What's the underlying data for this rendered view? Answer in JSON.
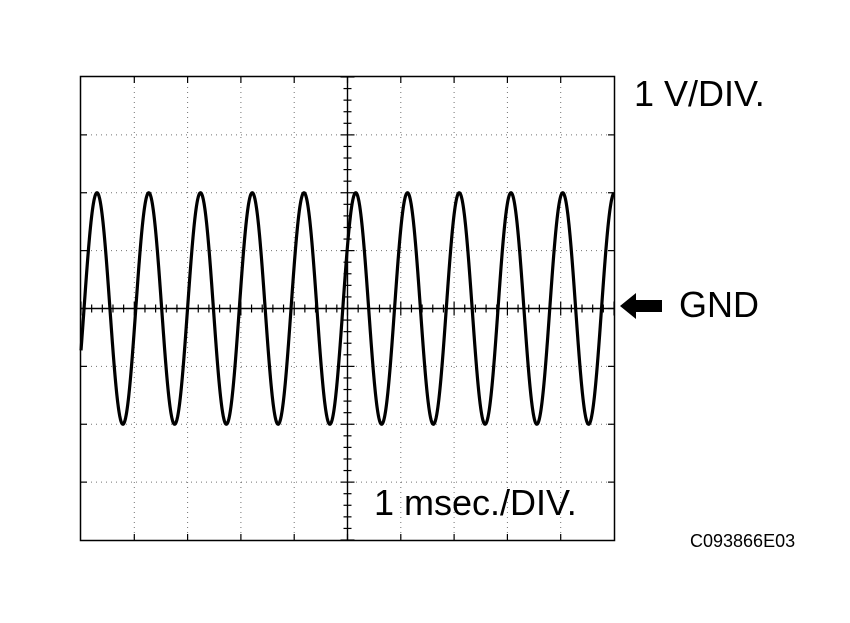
{
  "chart_data": {
    "type": "line",
    "title": "",
    "xlabel": "",
    "ylabel": "",
    "volts_per_div_label": "1 V/DIV.",
    "time_per_div_label": "1 msec./DIV.",
    "ground_label": "GND",
    "figure_id": "C093866E03",
    "divisions_x": 10,
    "divisions_y": 8,
    "minor_ticks_per_div": 5,
    "ground_division": 4,
    "xlim": [
      0,
      10
    ],
    "ylim": [
      -4,
      4
    ],
    "grid": true,
    "series": [
      {
        "waveform": "sine",
        "frequency_khz": 1.03,
        "amplitude_v": 2.0,
        "offset_v": 0.0,
        "first_peak_ms": 0.3,
        "t_start_ms": 0.0,
        "t_end_ms": 10.0
      }
    ]
  },
  "colors": {
    "trace": "#000000",
    "grid": "#000000",
    "background": "#ffffff"
  },
  "icons": {
    "ground_marker": "left-arrow-icon"
  }
}
